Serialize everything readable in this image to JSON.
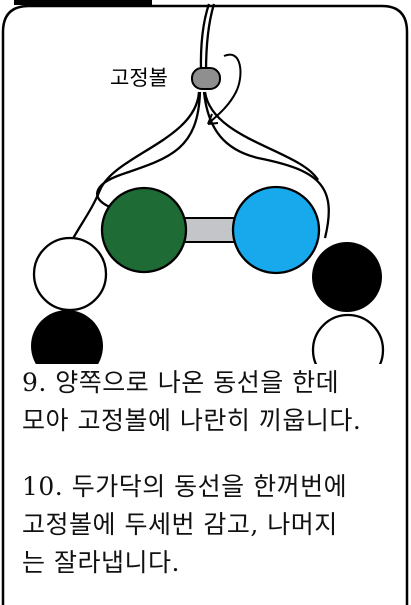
{
  "diagram": {
    "callout_label": "고정볼",
    "colors": {
      "green_bead": "#1e6b35",
      "blue_bead": "#18a8ec",
      "connector": "#c4c5c8",
      "black_bead": "#000000",
      "white_bead": "#ffffff",
      "fixing_ball": "#8f8f8f"
    }
  },
  "steps": [
    {
      "lines": [
        "9. 양쪽으로 나온 동선을 한데",
        "모아 고정볼에 나란히 끼웁니다."
      ]
    },
    {
      "lines": [
        "10. 두가닥의 동선을 한꺼번에",
        "고정볼에 두세번 감고, 나머지",
        "는 잘라냅니다."
      ]
    }
  ]
}
